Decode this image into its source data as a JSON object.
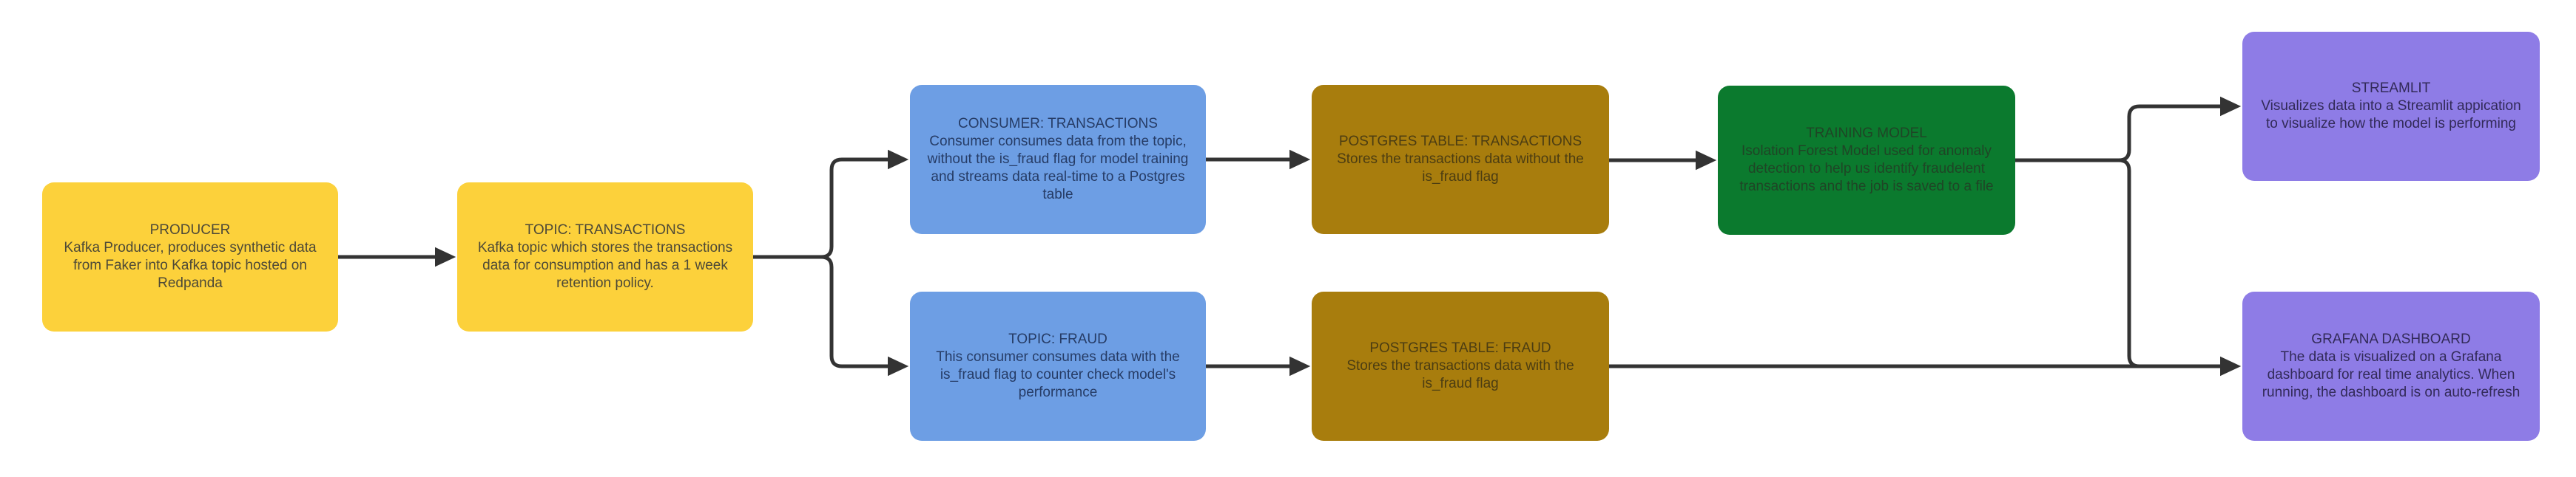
{
  "diagram": {
    "background": "#ffffff",
    "connector": {
      "color": "#333333",
      "width": 5
    },
    "nodes": [
      {
        "id": "producer",
        "title": "PRODUCER",
        "body": "Kafka Producer, produces synthetic data from Faker into Kafka topic hosted on Redpanda",
        "fill": "#FCD13B",
        "text_color": "#4D4937"
      },
      {
        "id": "topic-transactions",
        "title": "TOPIC: TRANSACTIONS",
        "body": "Kafka topic which stores the transactions data for consumption and has a 1 week retention policy.",
        "fill": "#FCD13B",
        "text_color": "#4D4937"
      },
      {
        "id": "consumer-transactions",
        "title": "CONSUMER: TRANSACTIONS",
        "body": "Consumer consumes data from the topic, without the is_fraud flag for model training and streams data real-time to a Postgres table",
        "fill": "#6D9EE4",
        "text_color": "#263C66"
      },
      {
        "id": "topic-fraud",
        "title": "TOPIC: FRAUD",
        "body": "This consumer consumes data with the is_fraud flag to counter check model's performance",
        "fill": "#6D9EE4",
        "text_color": "#263C66"
      },
      {
        "id": "pg-transactions",
        "title": "POSTGRES TABLE: TRANSACTIONS",
        "body": "Stores the transactions data without the is_fraud flag",
        "fill": "#A87D0D",
        "text_color": "#4C3D12"
      },
      {
        "id": "pg-fraud",
        "title": "POSTGRES TABLE: FRAUD",
        "body": "Stores the transactions data with the is_fraud flag",
        "fill": "#A87D0D",
        "text_color": "#4C3D12"
      },
      {
        "id": "training-model",
        "title": "TRAINING MODEL",
        "body": "Isolation Forest Model used for anomaly detection to help us identify fraudelent transactions and the job is saved to a file",
        "fill": "#0B7A2E",
        "text_color": "#1F4526"
      },
      {
        "id": "streamlit",
        "title": "STREAMLIT",
        "body": "Visualizes data into a Streamlit appication to visualize how the model is performing",
        "fill": "#8E7CE6",
        "text_color": "#322A58"
      },
      {
        "id": "grafana",
        "title": "GRAFANA DASHBOARD",
        "body": "The data is visualized on a Grafana dashboard for real time analytics. When running, the dashboard is on auto-refresh",
        "fill": "#8E7CE6",
        "text_color": "#322A58"
      }
    ],
    "edges": [
      {
        "from": "producer",
        "to": "topic-transactions"
      },
      {
        "from": "topic-transactions",
        "to": "consumer-transactions"
      },
      {
        "from": "topic-transactions",
        "to": "topic-fraud"
      },
      {
        "from": "consumer-transactions",
        "to": "pg-transactions"
      },
      {
        "from": "topic-fraud",
        "to": "pg-fraud"
      },
      {
        "from": "pg-transactions",
        "to": "training-model"
      },
      {
        "from": "training-model",
        "to": "streamlit"
      },
      {
        "from": "training-model",
        "to": "grafana"
      },
      {
        "from": "pg-fraud",
        "to": "grafana"
      }
    ]
  }
}
